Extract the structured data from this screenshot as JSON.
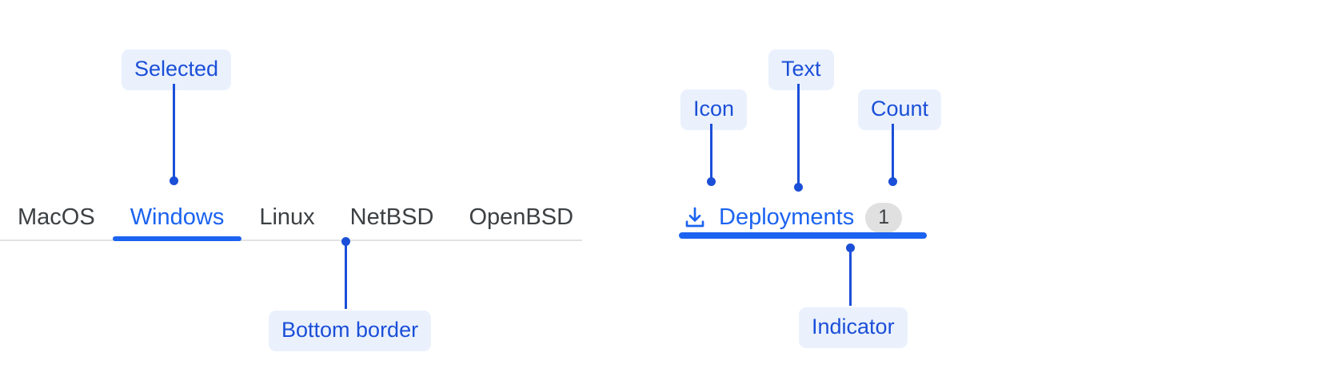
{
  "theme": {
    "accent": "#1b63f0",
    "annotation_text": "#1b4fd8",
    "annotation_bg": "#eaf1fd",
    "tab_text": "#3c4043",
    "border": "#e2e2e2",
    "badge_bg": "#e0e0e0"
  },
  "left_example": {
    "tabs": [
      {
        "label": "MacOS",
        "selected": false
      },
      {
        "label": "Windows",
        "selected": true
      },
      {
        "label": "Linux",
        "selected": false
      },
      {
        "label": "NetBSD",
        "selected": false
      },
      {
        "label": "OpenBSD",
        "selected": false
      }
    ],
    "annotations": [
      {
        "label": "Selected",
        "target": "selected-tab"
      },
      {
        "label": "Bottom border",
        "target": "tabstrip-bottom-border"
      }
    ]
  },
  "right_example": {
    "tab": {
      "icon": "download-icon",
      "text": "Deployments",
      "count": "1",
      "selected": true
    },
    "annotations": [
      {
        "label": "Icon",
        "target": "tab-icon"
      },
      {
        "label": "Text",
        "target": "tab-text"
      },
      {
        "label": "Count",
        "target": "count-badge"
      },
      {
        "label": "Indicator",
        "target": "tab-indicator"
      }
    ]
  }
}
